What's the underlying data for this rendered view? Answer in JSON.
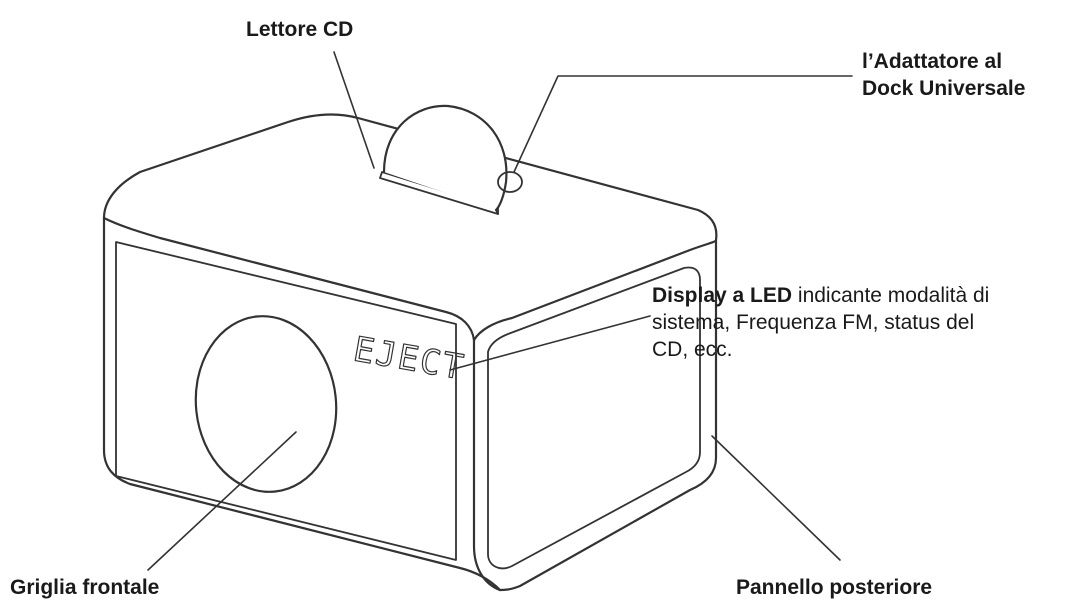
{
  "labels": {
    "cd_player": "Lettore CD",
    "dock_adapter_line1": "l’Adattatore al",
    "dock_adapter_line2": "Dock Universale",
    "led_display_bold": "Display a LED",
    "led_display_desc_1": " indicante modalità di",
    "led_display_desc_2": "sistema, Frequenza FM, status del",
    "led_display_desc_3": "CD, ecc.",
    "front_grill": "Griglia frontale",
    "rear_panel": "Pannello posteriore"
  },
  "device": {
    "display_text": "EJECT"
  },
  "colors": {
    "stroke": "#333333",
    "text": "#1a1a1a",
    "background": "#ffffff"
  }
}
